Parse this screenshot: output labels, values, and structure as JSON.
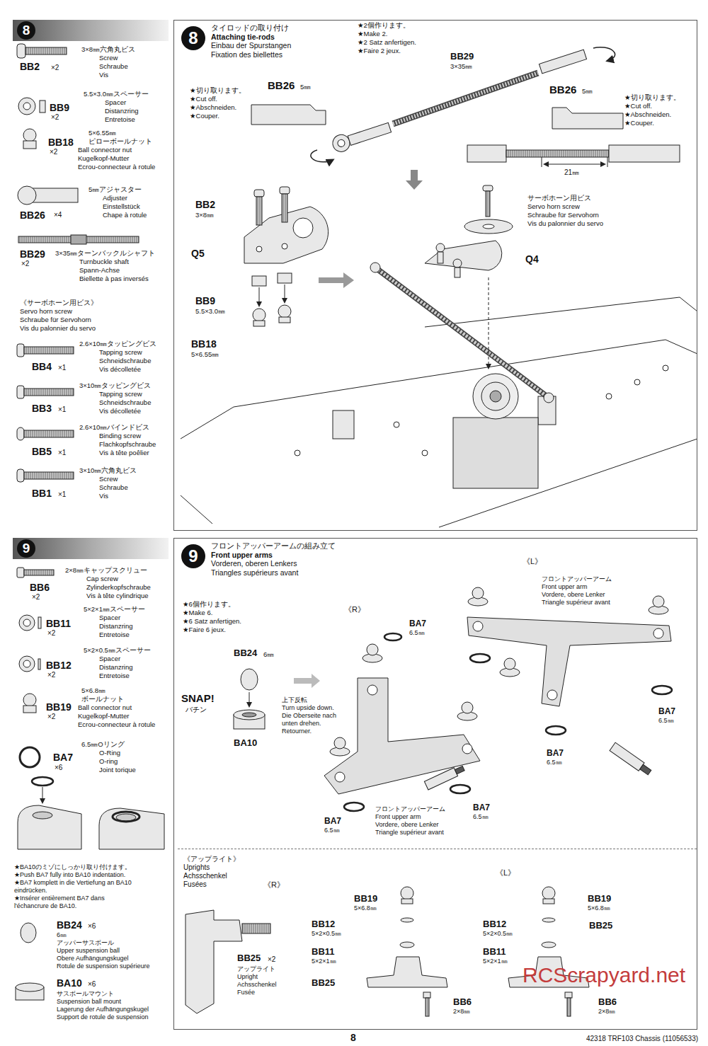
{
  "diagram": {
    "nodes": [
      {
        "text": [
          "8"
        ]
      },
      {
        "text": [
          "8",
          "タイロッドの取り付け",
          "Attaching tie-rods",
          "Einbau der Spurstangen",
          "Fixation des biellettes"
        ]
      },
      {
        "text": [
          "9"
        ]
      },
      {
        "text": [
          "9",
          "フロントアッパーアームの組み立て",
          "Front upper arms",
          "Vorderen, oberen Lenkers",
          "Triangles supérieurs avant"
        ]
      },
      {
        "text": [
          "《アップライト》",
          "Uprights",
          "Achsschenkel",
          "Fusées"
        ],
        "in": 3
      }
    ],
    "labels": [
      "BB2",
      "×2",
      "3×8㎜六角丸ビス",
      "Screw",
      "Schraube",
      "Vis",
      "BB9",
      "×2",
      "5.5×3.0㎜スペーサー",
      "Spacer",
      "Distanzring",
      "Entretoise",
      "BB18",
      "×2",
      "5×6.55㎜",
      "ピローボールナット",
      "Ball connector nut",
      "Kugelkopf-Mutter",
      "Ecrou-connecteur à rotule",
      "BB26",
      "×4",
      "5㎜アジャスター",
      "Adjuster",
      "Einstellstück",
      "Chape à rotule",
      "BB29",
      "×2",
      "3×35㎜ターンバックルシャフト",
      "Turnbuckle shaft",
      "Spann-Achse",
      "Biellette à pas inversés",
      "《サーボホーン用ビス》",
      "Servo horn screw",
      "Schraube für Servohorn",
      "Vis du palonnier du servo",
      "BB4",
      "×1",
      "2.6×10㎜タッピングビス",
      "Tapping screw",
      "Schneidschraube",
      "Vis décolletée",
      "BB3",
      "×1",
      "3×10㎜タッピングビス",
      "Tapping screw",
      "Schneidschraube",
      "Vis décolletée",
      "BB5",
      "×1",
      "2.6×10㎜バインドビス",
      "Binding screw",
      "Flachkopfschraube",
      "Vis à tête poêlier",
      "BB1",
      "×1",
      "3×10㎜六角丸ビス",
      "Screw",
      "Schraube",
      "Vis",
      "★2個作ります。",
      "★Make 2.",
      "★2 Satz anfertigen.",
      "★Faire 2 jeux.",
      "BB29",
      "3×35㎜",
      "★切り取ります。",
      "★Cut off.",
      "★Abschneiden.",
      "★Couper.",
      "BB26",
      "5㎜",
      "BB26",
      "5㎜",
      "★切り取ります。",
      "★Cut off.",
      "★Abschneiden.",
      "★Couper.",
      "21㎜",
      "BB2",
      "3×8㎜",
      "Q5",
      "BB9",
      "5.5×3.0㎜",
      "BB18",
      "5×6.55㎜",
      "サーボホーン用ビス",
      "Servo horn screw",
      "Schraube für Servohorn",
      "Vis du palonnier du servo",
      "Q4",
      "BB6",
      "×2",
      "2×8㎜キャップスクリュー",
      "Cap screw",
      "Zylinderkopfschraube",
      "Vis à tête cylindrique",
      "BB11",
      "×2",
      "5×2×1㎜スペーサー",
      "Spacer",
      "Distanzring",
      "Entretoise",
      "BB12",
      "×2",
      "5×2×0.5㎜スペーサー",
      "Spacer",
      "Distanzring",
      "Entretoise",
      "BB19",
      "×2",
      "5×6.8㎜",
      "ボールナット",
      "Ball connector nut",
      "Kugelkopf-Mutter",
      "Ecrou-connecteur à rotule",
      "BA7",
      "×6",
      "6.5㎜Oリング",
      "O-Ring",
      "O-ring",
      "Joint torique",
      "★BA10のミゾにしっかり取り付けます。",
      "★Push BA7 fully into BA10 indentation.",
      "★BA7 komplett in die Vertiefung an BA10",
      "eindrücken.",
      "★Insérer entièrement BA7 dans",
      "l'échancrure de BA10.",
      "BB24",
      "×6",
      "6㎜",
      "アッパーサスボール",
      "Upper suspension ball",
      "Obere Aufhängungskugel",
      "Rotule de suspension supérieure",
      "BA10",
      "×6",
      "サスボールマウント",
      "Suspension ball mount",
      "Lagerung der Aufhängungskugel",
      "Support de rotule de suspension",
      "★6個作ります。",
      "★Make 6.",
      "★6 Satz anfertigen.",
      "★Faire 6 jeux.",
      "BB24",
      "6㎜",
      "SNAP!",
      "バチン",
      "BA10",
      "上下反転",
      "Turn upside down.",
      "Die Oberseite nach",
      "unten drehen.",
      "Retourner.",
      "《R》",
      "《L》",
      "フロントアッパーアーム",
      "Front upper arm",
      "Vordere, obere Lenker",
      "Triangle supérieur avant",
      "BA7",
      "6.5㎜",
      "BA7",
      "6.5㎜",
      "BA7",
      "6.5㎜",
      "BA7",
      "6.5㎜",
      "BA7",
      "6.5㎜",
      "フロントアッパーアーム",
      "Front upper arm",
      "Vordere, obere Lenker",
      "Triangle supérieur avant",
      "《R》",
      "BB25",
      "×2",
      "アップライト",
      "Upright",
      "Achsschenkel",
      "Fusée",
      "BB19",
      "5×6.8㎜",
      "BB12",
      "5×2×0.5㎜",
      "BB11",
      "5×2×1㎜",
      "BB25",
      "BB6",
      "2×8㎜",
      "《L》",
      "BB19",
      "5×6.8㎜",
      "BB12",
      "5×2×0.5㎜",
      "BB25",
      "BB11",
      "5×2×1㎜",
      "BB6",
      "2×8㎜",
      "RCScrapyard.net",
      "8",
      "42318 TRF103 Chassis (11056533)"
    ]
  }
}
